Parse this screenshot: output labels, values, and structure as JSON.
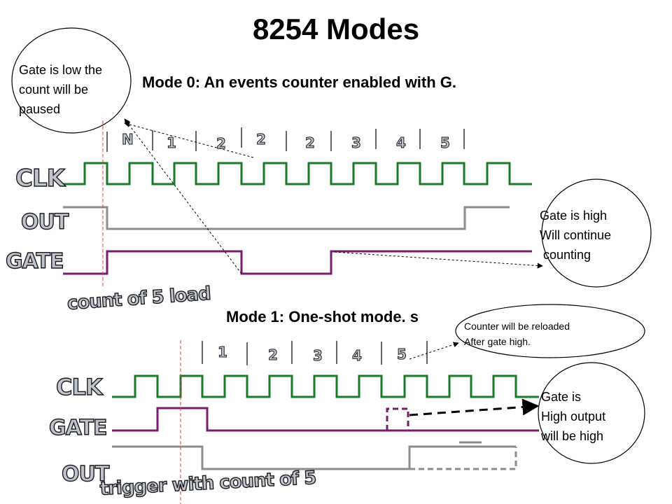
{
  "title": "8254 Modes",
  "mode0": {
    "heading": "Mode 0: An events counter enabled with G.",
    "counts": [
      "N",
      "1",
      "2",
      "2",
      "2",
      "3",
      "4",
      "5"
    ],
    "signal_labels": {
      "clk": "CLK",
      "out": "OUT",
      "gate": "GATE"
    },
    "bubble_left": "Gate is low the\ncount will be\npaused",
    "bubble_right": "Gate is high\nWill continue\n counting",
    "footer_label": "count of 5 load"
  },
  "mode1": {
    "heading": "Mode 1: One-shot mode. s",
    "counts": [
      "1",
      "2",
      "3",
      "4",
      "5"
    ],
    "signal_labels": {
      "clk": "CLK",
      "gate": "GATE",
      "out": "OUT"
    },
    "bubble_top": "Counter will be reloaded\nAfter gate high.",
    "bubble_right": "Gate is\nHigh output\nwill be high",
    "footer_label": "trigger with count of 5"
  },
  "colors": {
    "clk": "#1a7a2a",
    "out": "#8c8c8c",
    "gate": "#7a1a6e",
    "guide": "#d04040"
  }
}
